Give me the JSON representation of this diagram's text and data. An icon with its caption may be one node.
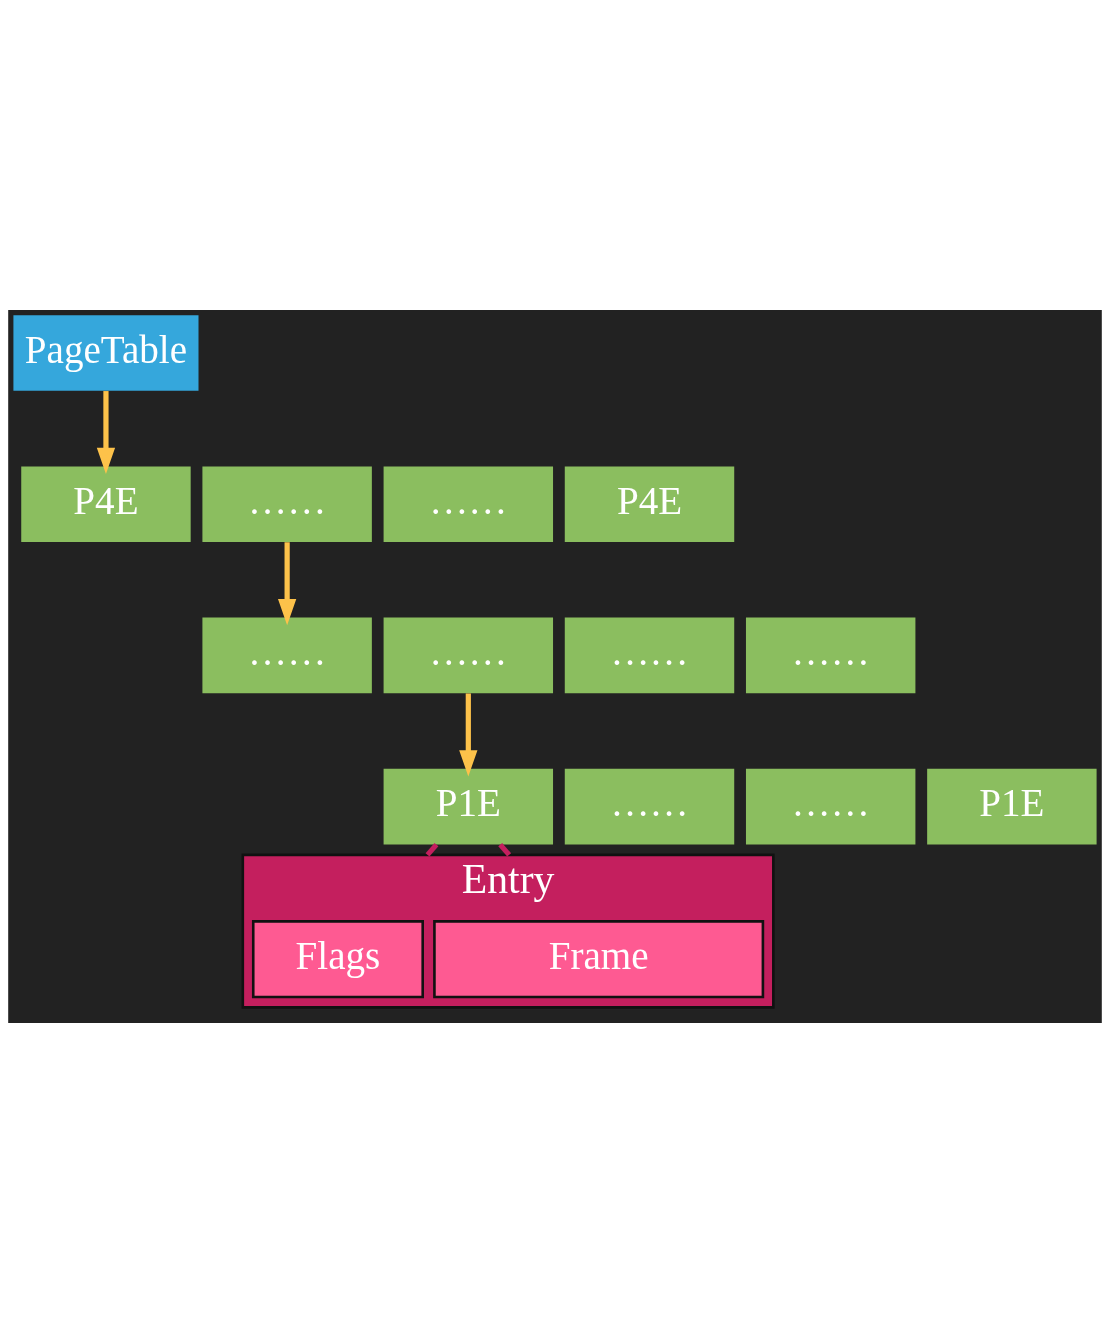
{
  "diagram": {
    "nodes": [
      {
        "text": [
          "PageTable"
        ]
      },
      {
        "text": [
          "P4E"
        ]
      },
      {
        "text": [
          "……"
        ]
      },
      {
        "text": [
          "……"
        ]
      },
      {
        "text": [
          "P4E"
        ]
      },
      {
        "text": [
          "……"
        ]
      },
      {
        "text": [
          "……"
        ]
      },
      {
        "text": [
          "……"
        ]
      },
      {
        "text": [
          "……"
        ]
      },
      {
        "text": [
          "P1E"
        ]
      },
      {
        "text": [
          "……"
        ]
      },
      {
        "text": [
          "……"
        ]
      },
      {
        "text": [
          "P1E"
        ]
      },
      {
        "text": [
          "Entry"
        ]
      },
      {
        "text": [
          "Frame"
        ],
        "in": 13
      },
      {
        "text": [
          "Flags"
        ],
        "in": 13
      }
    ],
    "edges": [
      {
        "from": 0,
        "to": 1,
        "arrow": "to"
      },
      {
        "from": 2,
        "to": 5,
        "arrow": "to"
      },
      {
        "from": 6,
        "to": 9,
        "arrow": "to"
      },
      {
        "from": 9,
        "to": 13,
        "arrow": "none",
        "color": "#c41f5e"
      },
      {
        "from": 9,
        "to": 13,
        "arrow": "none",
        "color": "#c41f5e"
      }
    ]
  }
}
